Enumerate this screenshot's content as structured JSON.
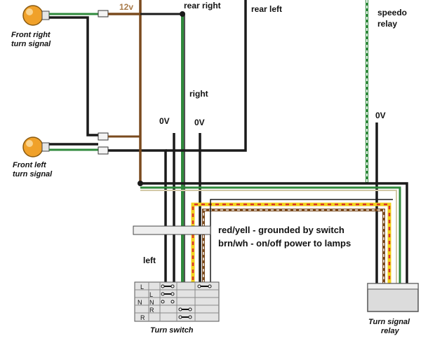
{
  "labels": {
    "v12": "12v",
    "rear_right": "rear right",
    "rear_left": "rear left",
    "speedo_relay_line1": "speedo",
    "speedo_relay_line2": "relay",
    "right": "right",
    "zero_v_a": "0V",
    "zero_v_b": "0V",
    "zero_v_c": "0V",
    "left": "left",
    "front_right_line1": "Front right",
    "front_right_line2": "turn signal",
    "front_left_line1": "Front left",
    "front_left_line2": "turn signal",
    "turn_switch": "Turn switch",
    "relay_line1": "Turn signal",
    "relay_line2": "relay"
  },
  "notes": {
    "red_yell": "red/yell - grounded by switch",
    "brn_wh": "brn/wh - on/off power to lamps"
  },
  "switch_rows": {
    "r1": "L",
    "r2": "L",
    "r3a": "N",
    "r3b": "N",
    "r4": "R",
    "r5": "R"
  },
  "colors": {
    "black_wire": "#1a1a1a",
    "green_wire": "#2f8a3c",
    "brown_wire": "#7a4a1e",
    "red_wire": "#d8322b",
    "yellow_wire": "#f2d21b",
    "lamp": "#f0a12a"
  }
}
